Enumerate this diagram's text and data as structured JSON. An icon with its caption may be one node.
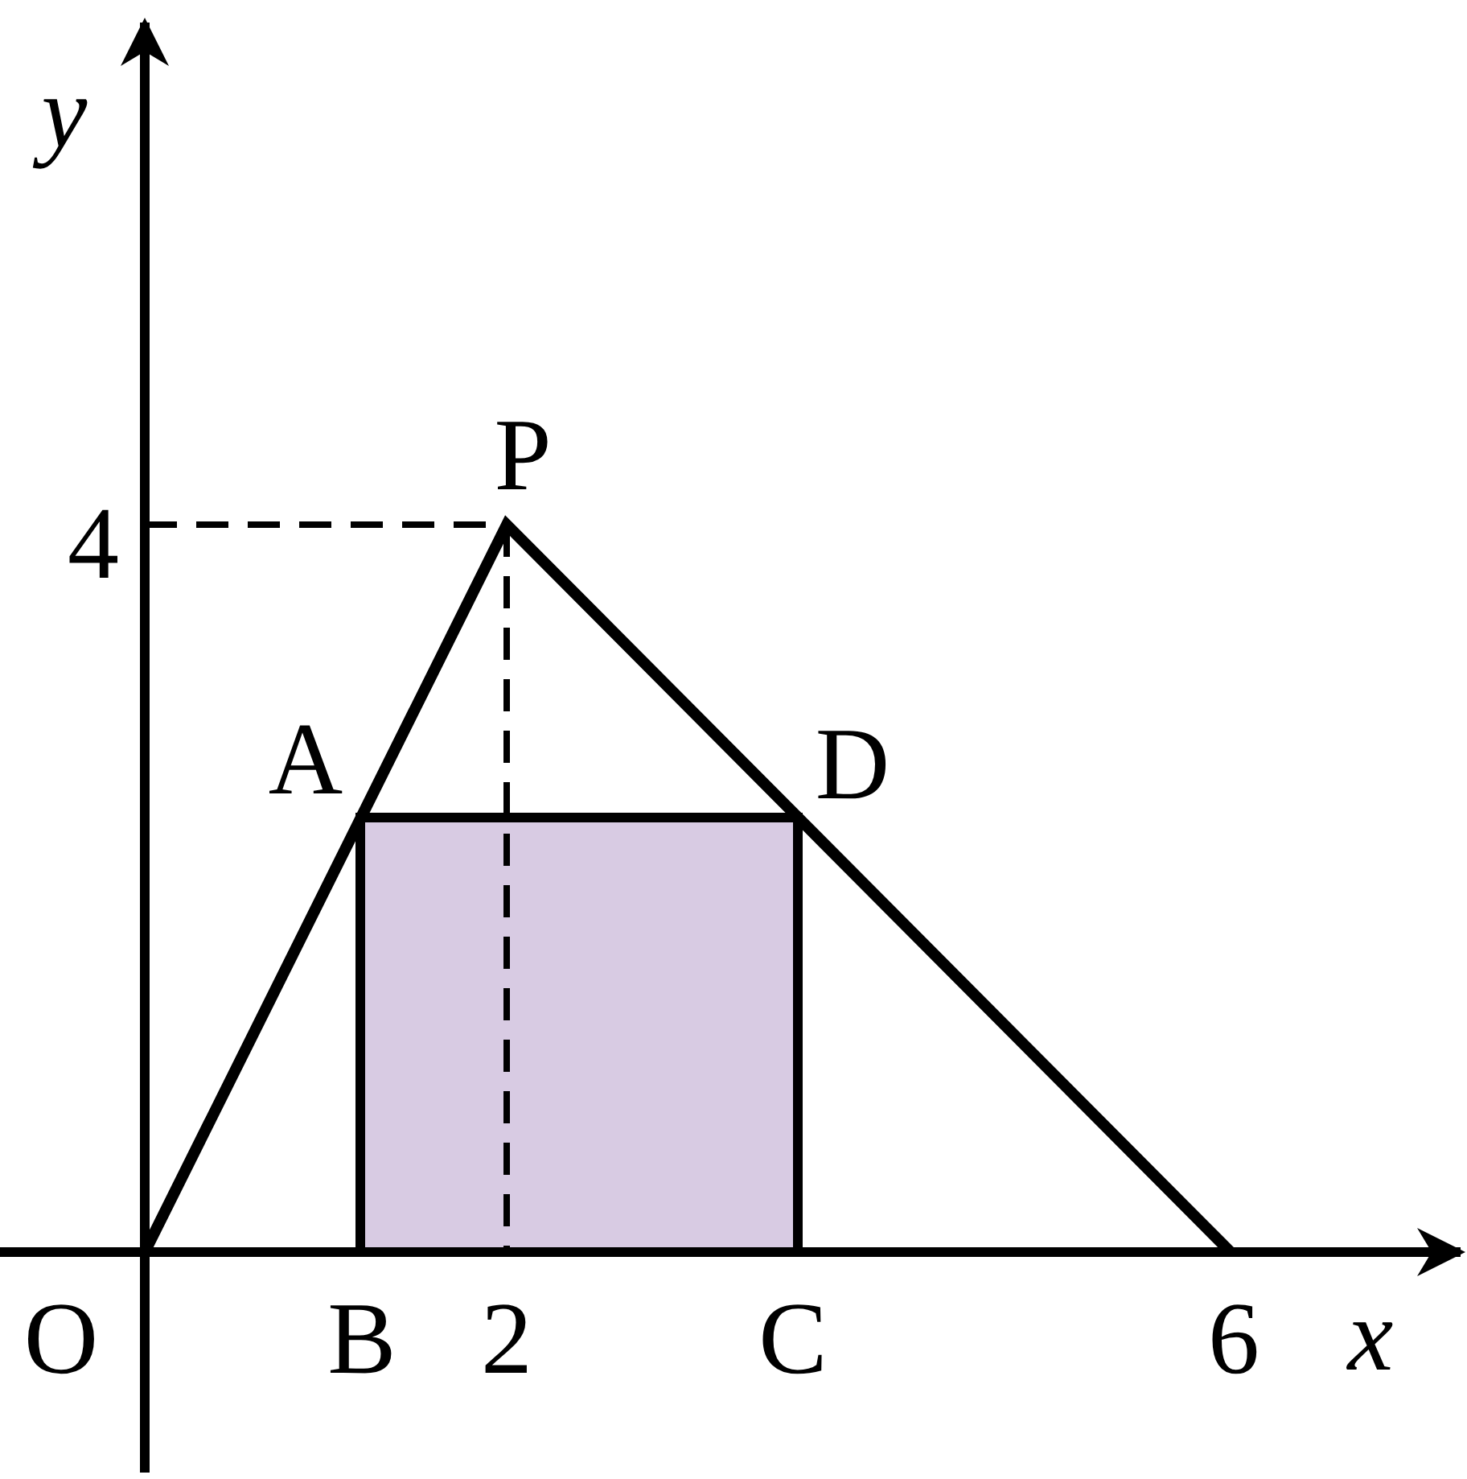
{
  "diagram": {
    "labels": [
      "y",
      "P",
      "4",
      "A",
      "D",
      "O",
      "B",
      "2",
      "C",
      "6",
      "x"
    ]
  }
}
